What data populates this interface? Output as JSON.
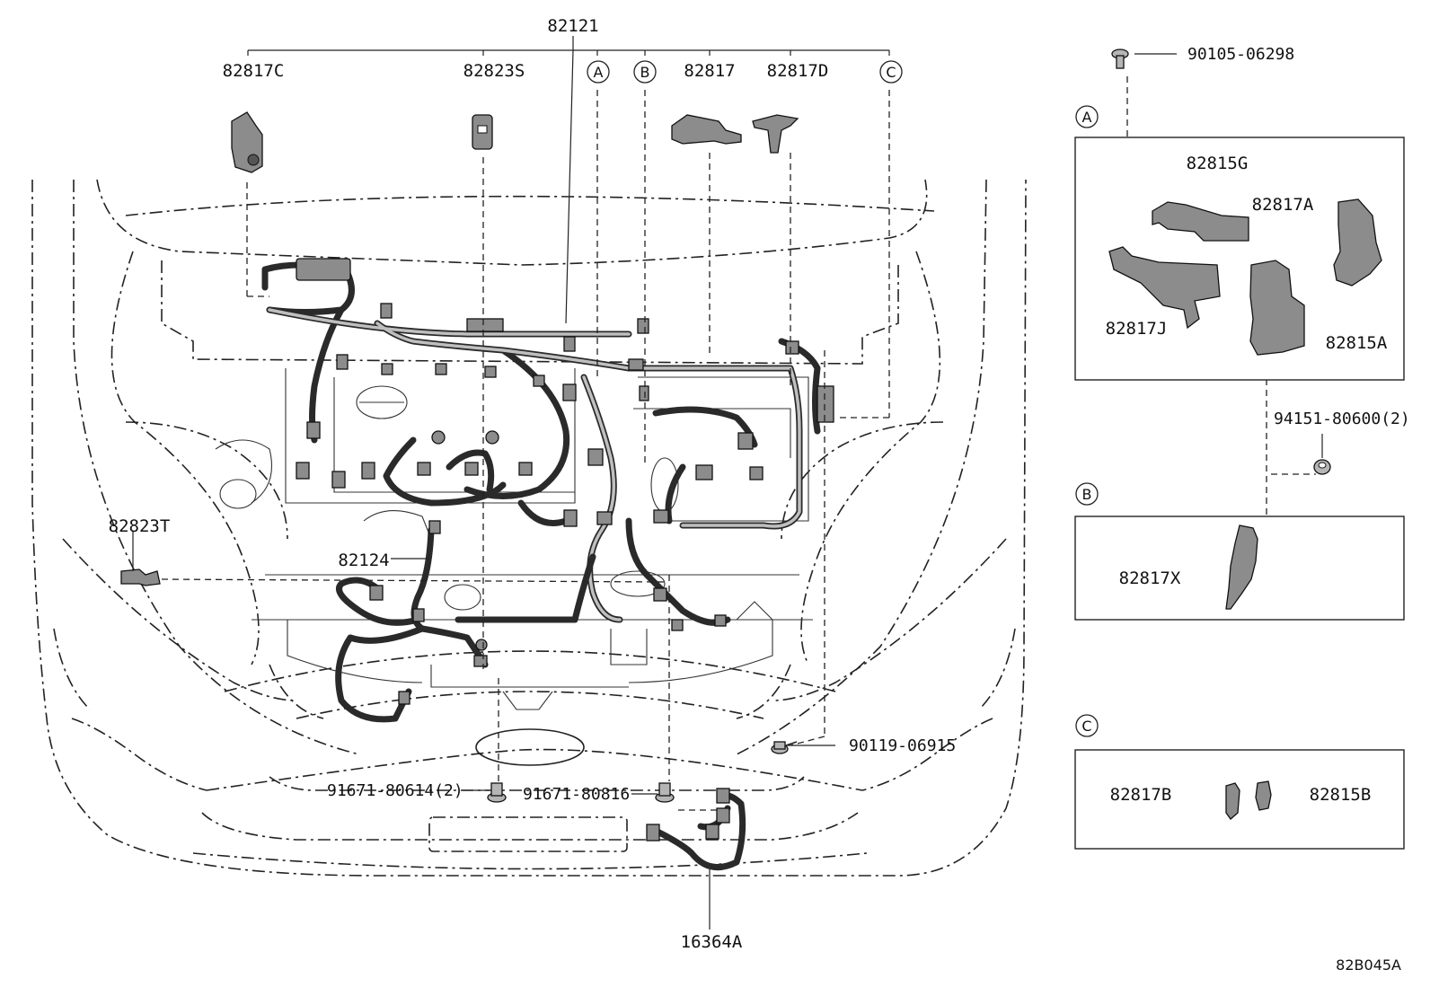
{
  "diagram_code": "82B045A",
  "main_labels": {
    "harness_main": "82121",
    "p82817C": "82817C",
    "p82823S": "82823S",
    "p82817": "82817",
    "p82817D": "82817D",
    "p82823T": "82823T",
    "p82124": "82124",
    "p16364A": "16364A",
    "bolt_90119": "90119-06915",
    "bolt_91671_a": "91671-80614(2)",
    "bolt_91671_b": "91671-80816",
    "bolt_90105": "90105-06298",
    "clip_94151": "94151-80600(2)"
  },
  "callouts": {
    "A": "A",
    "B": "B",
    "C": "C"
  },
  "inset_a": {
    "p82815G": "82815G",
    "p82817A": "82817A",
    "p82817J": "82817J",
    "p82815A": "82815A"
  },
  "inset_b": {
    "p82817X": "82817X"
  },
  "inset_c": {
    "p82817B": "82817B",
    "p82815B": "82815B"
  }
}
